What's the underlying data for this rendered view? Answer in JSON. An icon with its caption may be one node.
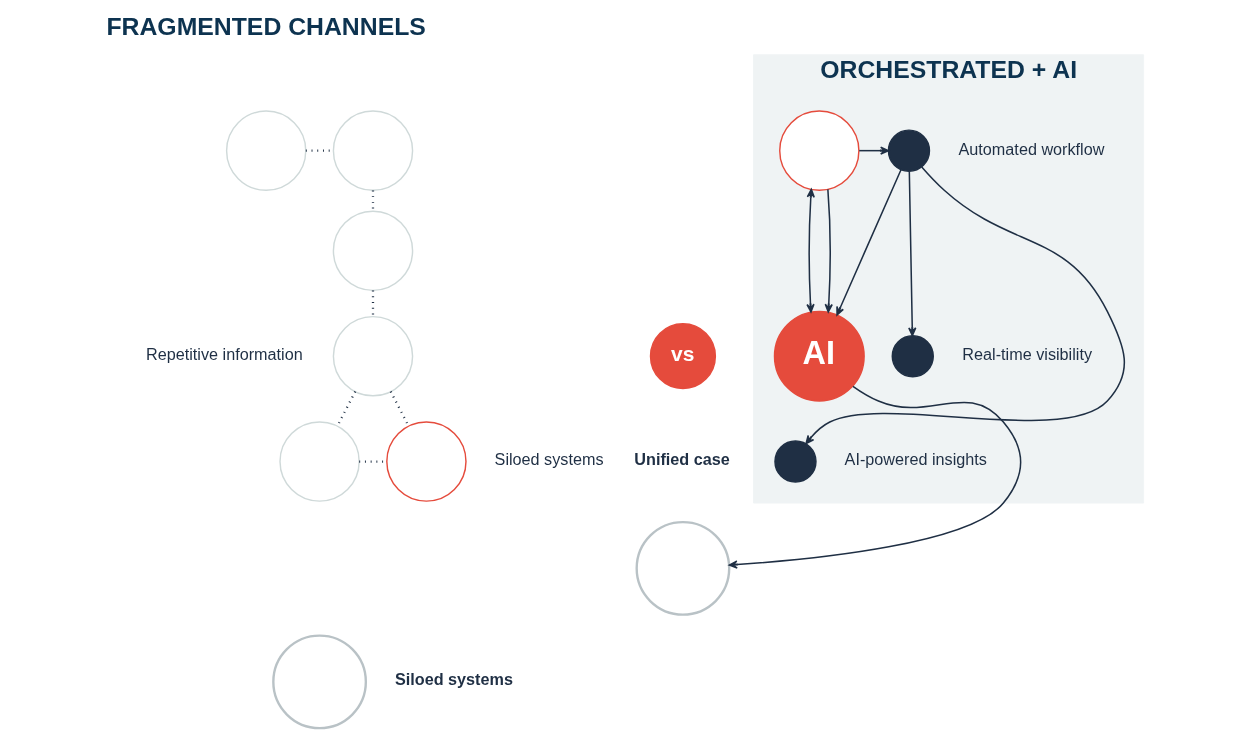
{
  "diagram": {
    "nodes": [
      {
        "text": [],
        "shape": "circle"
      },
      {
        "text": [],
        "shape": "circle"
      },
      {
        "text": [],
        "shape": "circle"
      },
      {
        "text": [],
        "shape": "circle",
        "beside": [
          "Repetitive information"
        ]
      },
      {
        "text": [],
        "shape": "circle"
      },
      {
        "text": [],
        "shape": "circle",
        "beside": [
          "Siloed systems"
        ]
      },
      {
        "text": [],
        "shape": "circle",
        "beside": [
          "Siloed systems"
        ]
      },
      {
        "text": [
          "vs"
        ]
      },
      {
        "text": [
          "ORCHESTRATED + AI"
        ]
      },
      {
        "text": [],
        "shape": "circle",
        "in": 8
      },
      {
        "text": [
          "AI"
        ],
        "in": 8
      },
      {
        "text": [],
        "shape": "circle",
        "in": 8,
        "beside": [
          "Automated workflow"
        ]
      },
      {
        "text": [],
        "shape": "circle",
        "in": 8,
        "beside": [
          "Real-time visibility"
        ]
      },
      {
        "text": [],
        "shape": "circle",
        "in": 8,
        "beside": [
          "AI-powered insights"
        ]
      },
      {
        "text": [],
        "shape": "circle",
        "beside": [
          "Unified case"
        ]
      }
    ],
    "edges": [
      {
        "from": 0,
        "to": 1,
        "arrow": "none",
        "style": "dashed"
      },
      {
        "from": 1,
        "to": 2,
        "arrow": "none",
        "style": "dashed"
      },
      {
        "from": 2,
        "to": 3,
        "arrow": "none",
        "style": "dashed"
      },
      {
        "from": 3,
        "to": 4,
        "arrow": "none",
        "style": "dashed"
      },
      {
        "from": 3,
        "to": 5,
        "arrow": "none",
        "style": "dashed"
      },
      {
        "from": 4,
        "to": 5,
        "arrow": "none",
        "style": "dashed"
      },
      {
        "from": 9,
        "to": 10,
        "arrow": "both"
      },
      {
        "from": 9,
        "to": 10,
        "arrow": "to"
      },
      {
        "from": 9,
        "to": 11,
        "arrow": "to"
      },
      {
        "from": 11,
        "to": 10,
        "arrow": "to"
      },
      {
        "from": 11,
        "to": 12,
        "arrow": "to"
      },
      {
        "from": 11,
        "to": 13,
        "arrow": "to"
      },
      {
        "from": 10,
        "to": 14,
        "arrow": "to"
      }
    ],
    "labels": [
      "FRAGMENTED CHANNELS"
    ]
  }
}
